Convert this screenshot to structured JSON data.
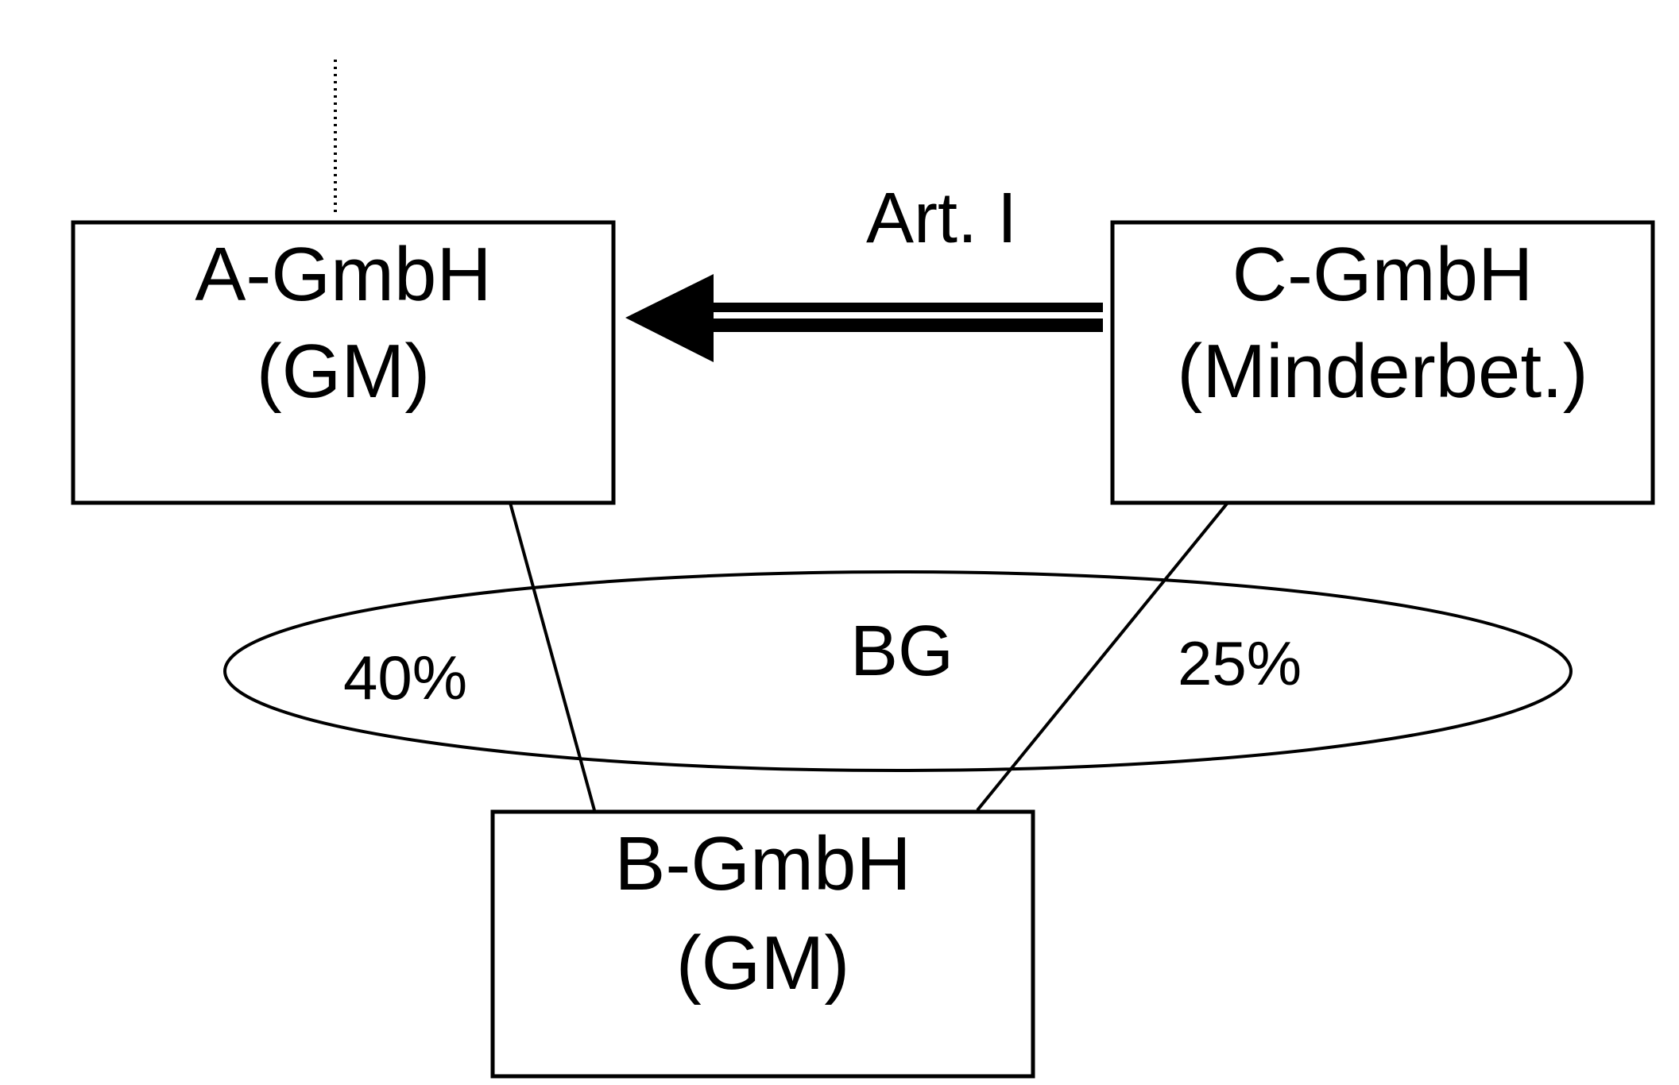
{
  "colors": {
    "stroke": "#000000",
    "background": "#ffffff",
    "text": "#000000"
  },
  "nodes": {
    "a": {
      "name": "A-GmbH",
      "role": "(GM)"
    },
    "b": {
      "name": "B-GmbH",
      "role": "(GM)"
    },
    "c": {
      "name": "C-GmbH",
      "role": "(Minderbet.)"
    }
  },
  "edges": {
    "c_to_a": {
      "label": "Art. I"
    },
    "a_to_b": {
      "share": "40%"
    },
    "c_to_b": {
      "share": "25%"
    }
  },
  "group": {
    "label": "BG"
  }
}
